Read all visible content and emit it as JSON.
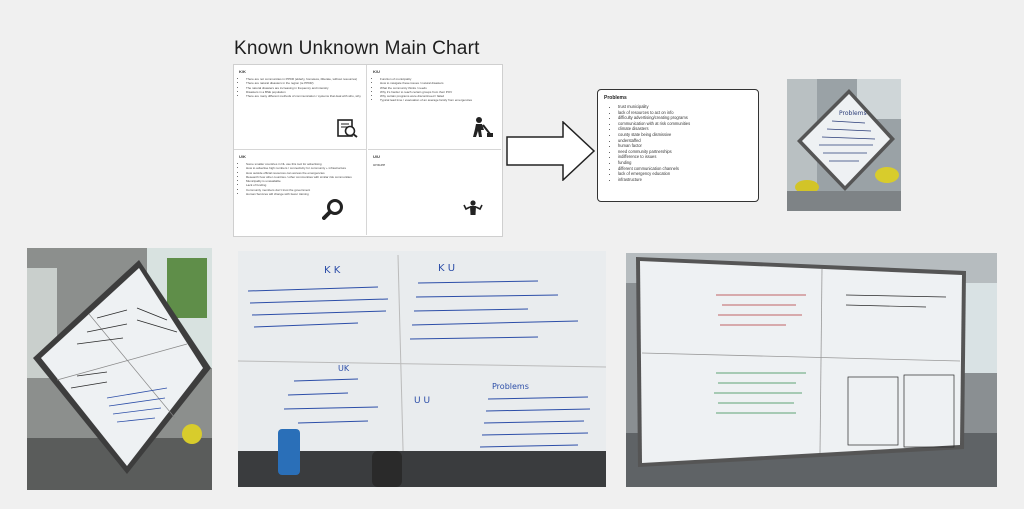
{
  "title": "Known Unknown Main Chart",
  "chart": {
    "tl": {
      "heading": "K/K",
      "items": [
        "There are not communities in PPDR (elderly, homeless, illiterate, without resources)",
        "There are natural disasters in the region (ie PPDR)",
        "The natural disasters are increasing in frequency and intensity",
        "Disasters in a BSE population",
        "There are many different methods of communication / systems that deal with who, why"
      ]
    },
    "tr": {
      "heading": "K/U",
      "items": [
        "Function of municipality",
        "How to navigate these issues / natural disasters",
        "What the community thinks / needs",
        "Why it's harder to reach certain groups from their POV",
        "Why certain programs were discontinued / failed",
        "Typical lead time / evacuation of an average family from emergencies"
      ]
    },
    "bl": {
      "heading": "U/K",
      "items": [
        "Some smaller countries in NL use this tool for advertising",
        "How to advertise high numbers / connectivity for community + infrastructure",
        "How outside official resources can access the emergencies",
        "Research how other countries / other communities with similar risk communities",
        "Municipality is unavailable",
        "Lack of funding",
        "Community members don't trust the government",
        "Human Services will change with fewer training"
      ]
    },
    "br": {
      "heading": "U/U",
      "text": "unsure"
    }
  },
  "problems": {
    "title": "Problems",
    "items": [
      "trust municipality",
      "lack of resources to act on info",
      "difficulty advertising/creating programs",
      "communication with at risk communities",
      "climate disasters",
      "county state being dismissive",
      "understaffed",
      "human factor",
      "need community partnerships",
      "indifference to issues",
      "funding",
      "different communication channels",
      "lack of emergency education",
      "infrastructure"
    ]
  },
  "photos": {
    "top_right_board_label": "Problems",
    "middle_board_headings": [
      "K K",
      "K U",
      "U U",
      "UK"
    ],
    "middle_board_problems_label": "Problems"
  },
  "colors": {
    "background": "#f0f0f0",
    "whiteboard": "#eef1f3",
    "frame": "#4a4a4a",
    "marker_blue": "#2c4ea8",
    "marker_green": "#2f8a4a",
    "marker_red": "#b03434"
  }
}
